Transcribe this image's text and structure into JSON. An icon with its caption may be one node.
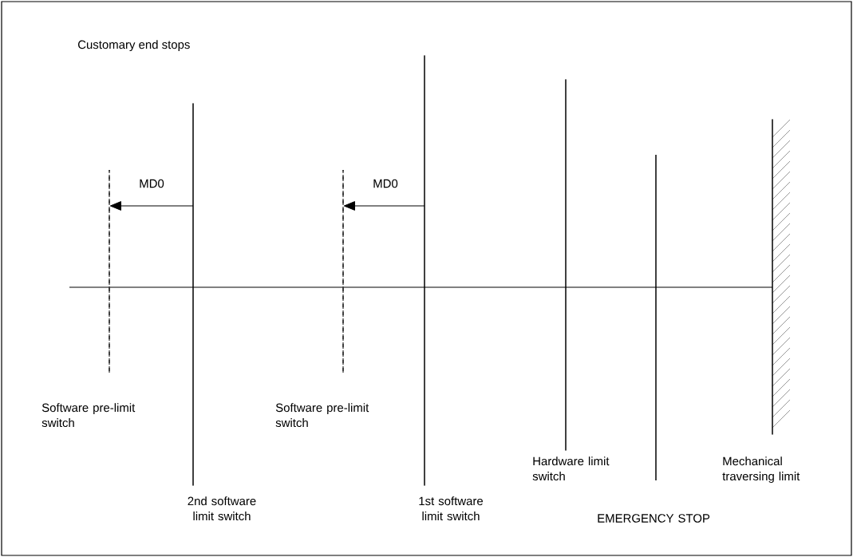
{
  "diagram": {
    "title": "Customary end stops",
    "nodes": [
      {
        "text": [
          "Software  pre-limit switch"
        ]
      },
      {
        "text": [
          "2nd software limit switch"
        ]
      },
      {
        "text": [
          "Software  pre-limit switch"
        ]
      },
      {
        "text": [
          "1st software limit switch"
        ]
      },
      {
        "text": [
          "Hardware limit switch"
        ]
      },
      {
        "text": [
          "EMERGENCY STOP"
        ]
      },
      {
        "text": [
          "Mechanical traversing limit"
        ]
      }
    ],
    "edges": [
      {
        "from": 1,
        "to": 0,
        "arrow": "to",
        "label": "MD0"
      },
      {
        "from": 3,
        "to": 2,
        "arrow": "to",
        "label": "MD0"
      }
    ]
  }
}
